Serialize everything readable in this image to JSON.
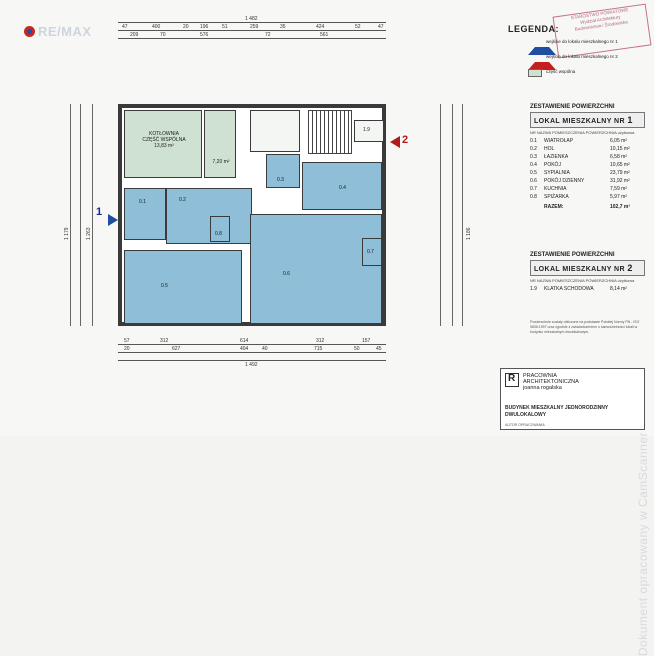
{
  "brand": {
    "name": "RE/MAX",
    "sub": ""
  },
  "legend": {
    "title": "LEGENDA:",
    "items": [
      {
        "icon": "blue-triangle-icon",
        "text": "wejście do lokalu mieszkalnego nr 1"
      },
      {
        "icon": "red-triangle-icon",
        "text": "wejście do lokalu mieszkalnego nr 2"
      },
      {
        "icon": "green-square-icon",
        "text": "część wspólna"
      }
    ]
  },
  "stamp": {
    "lines": [
      "STAROSTWO POWIATOWE",
      "Wydział Architektury",
      "Budownictwa i Środowiska"
    ]
  },
  "summary1": {
    "title": "ZESTAWIENIE POWIERZCHNI",
    "unit_label": "LOKAL MIESZKALNY NR",
    "unit_number": "1",
    "col_nr": "NR",
    "col_name": "NAZWA POMIESZCZENIA",
    "col_area": "POWIERZCHNIA użytkowa",
    "rooms": [
      {
        "nr": "0.1",
        "name": "WIATROŁAP",
        "area": "6,05 m²"
      },
      {
        "nr": "0.2",
        "name": "HOL",
        "area": "10,15 m²"
      },
      {
        "nr": "0.3",
        "name": "ŁAZIENKA",
        "area": "6,58 m²"
      },
      {
        "nr": "0.4",
        "name": "POKÓJ",
        "area": "10,65 m²"
      },
      {
        "nr": "0.5",
        "name": "SYPIALNIA",
        "area": "23,79 m²"
      },
      {
        "nr": "0.6",
        "name": "POKÓJ DZIENNY",
        "area": "31,92 m²"
      },
      {
        "nr": "0.7",
        "name": "KUCHNIA",
        "area": "7,59 m²"
      },
      {
        "nr": "0.8",
        "name": "SPIŻARKA",
        "area": "5,97 m²"
      }
    ],
    "total_label": "RAZEM:",
    "total_value": "102,7 m²"
  },
  "summary2": {
    "title": "ZESTAWIENIE POWIERZCHNI",
    "unit_label": "LOKAL MIESZKALNY NR",
    "unit_number": "2",
    "col_nr": "NR",
    "col_name": "NAZWA POMIESZCZENIA",
    "col_area": "POWIERZCHNIA użytkowa",
    "rooms": [
      {
        "nr": "1.9",
        "name": "KLATKA SCHODOWA",
        "area": "8,14 m²"
      }
    ]
  },
  "note": "Powierzchnie zostały obliczone na podstawie Polskiej Normy PN - ISO 9836:1997 oraz zgodnie z zaświadczeniem o samodzielności lokali w budynku mieszkalnym dwulokalowym.",
  "footer": {
    "firm_line1": "PRACOWNIA",
    "firm_line2": "ARCHITEKTONICZNA",
    "firm_line3": "joanna rogalska",
    "title_line1": "BUDYNEK MIESZKALNY JEDNORODZINNY",
    "title_line2": "DWULOKALOWY",
    "meta": "AUTOR OPRACOWANIA"
  },
  "plan": {
    "rooms": [
      {
        "id": "kotlownia",
        "label": "KOTŁOWNIA\nCZĘŚĆ WSPÓLNA\n13,83 m²"
      },
      {
        "id": "r720",
        "label": "7,20 m²"
      },
      {
        "id": "r01",
        "label": "0.1"
      },
      {
        "id": "r02",
        "label": "0.2"
      },
      {
        "id": "r03",
        "label": "0.3"
      },
      {
        "id": "r04",
        "label": "0.4"
      },
      {
        "id": "r05",
        "label": "0.5"
      },
      {
        "id": "r06",
        "label": "0.6"
      },
      {
        "id": "r07",
        "label": "0.7"
      },
      {
        "id": "r08",
        "label": "0.8"
      },
      {
        "id": "r19",
        "label": "1.9"
      }
    ],
    "entry1": "1",
    "entry2": "2",
    "top_dims": [
      "1 482",
      "47",
      "400",
      "20",
      "196",
      "51",
      "259",
      "35",
      "424",
      "52",
      "47",
      "209",
      "70",
      "576",
      "72",
      "561"
    ],
    "bottom_dims": [
      "57",
      "312",
      "614",
      "312",
      "157",
      "1 492",
      "20",
      "627",
      "404",
      "40",
      "715",
      "50",
      "45"
    ],
    "left_dims": [
      "1 179",
      "1 263"
    ],
    "right_dims": [
      "1 186"
    ]
  },
  "watermark": "Dokument opracowany w CamScanner"
}
